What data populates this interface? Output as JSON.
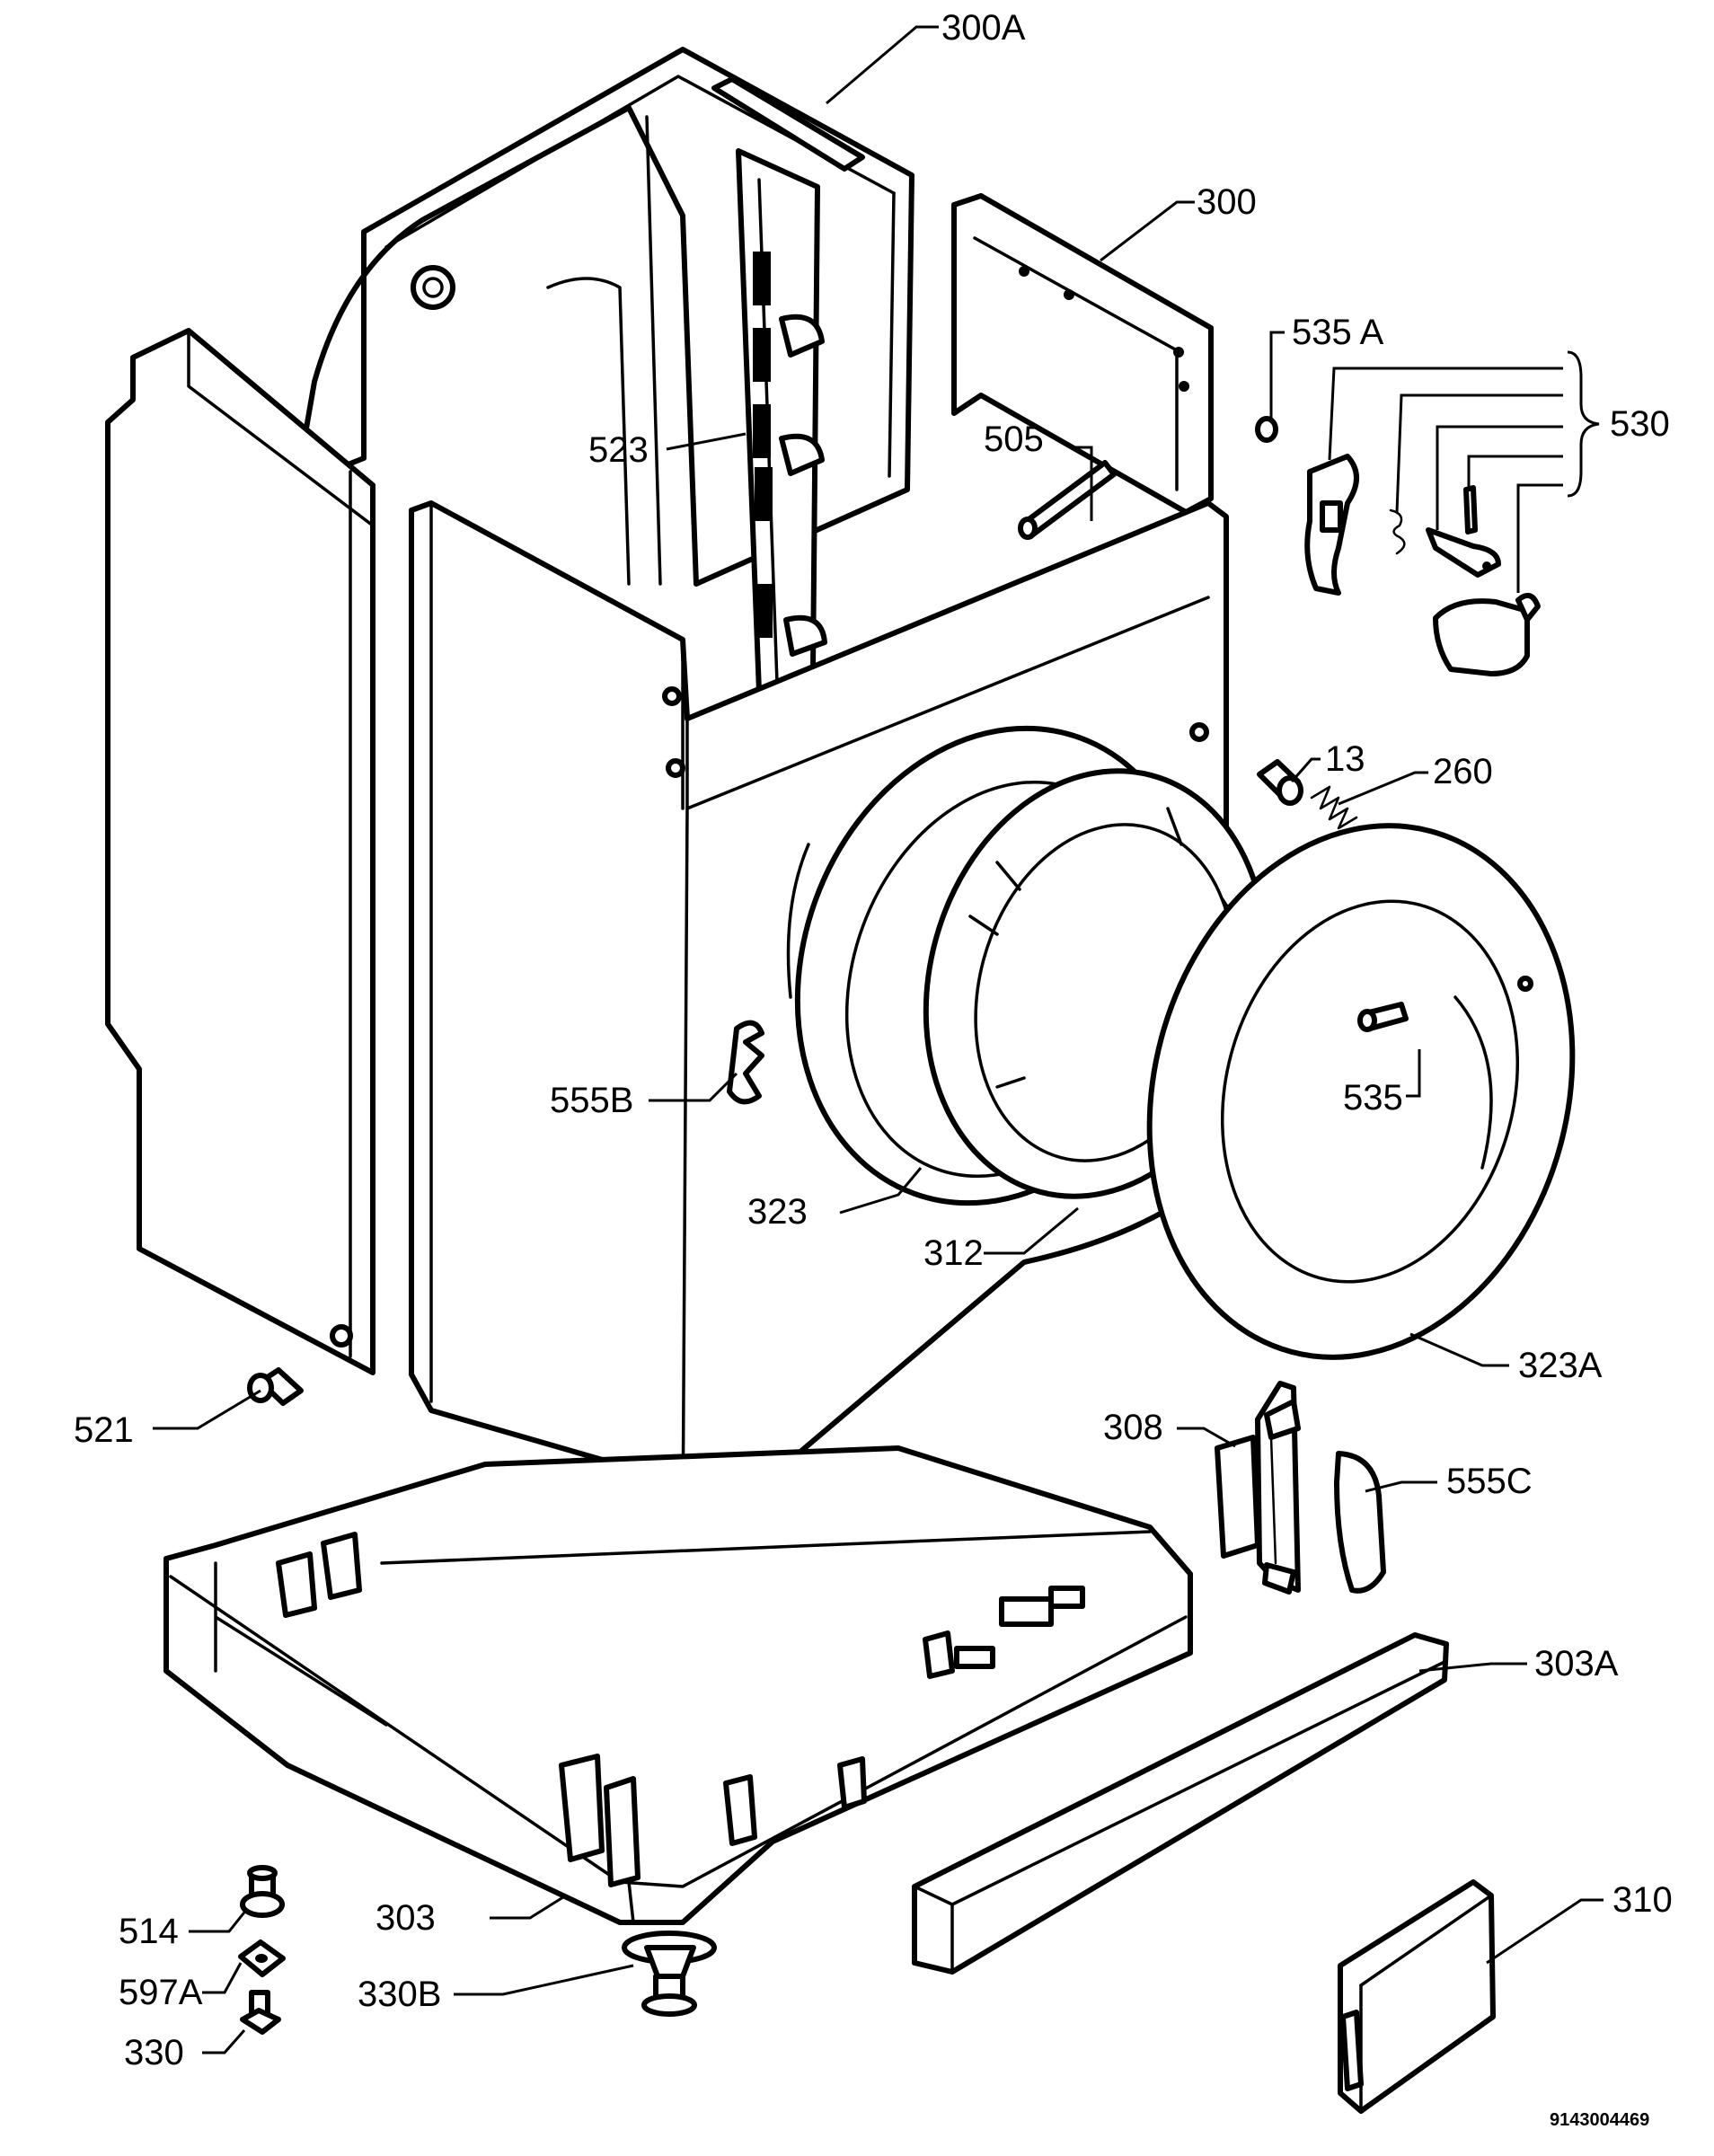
{
  "diagram": {
    "labels": {
      "l300A": "300A",
      "l300": "300",
      "l535A": "535 A",
      "l530": "530",
      "l523": "523",
      "l505": "505",
      "l13": "13",
      "l260": "260",
      "l555B": "555B",
      "l535": "535",
      "l323": "323",
      "l312": "312",
      "l323A": "323A",
      "l521": "521",
      "l308": "308",
      "l555C": "555C",
      "l303A": "303A",
      "l303": "303",
      "l310": "310",
      "l514": "514",
      "l597A": "597A",
      "l330B": "330B",
      "l330": "330"
    },
    "drawing_code": "9143004469"
  }
}
